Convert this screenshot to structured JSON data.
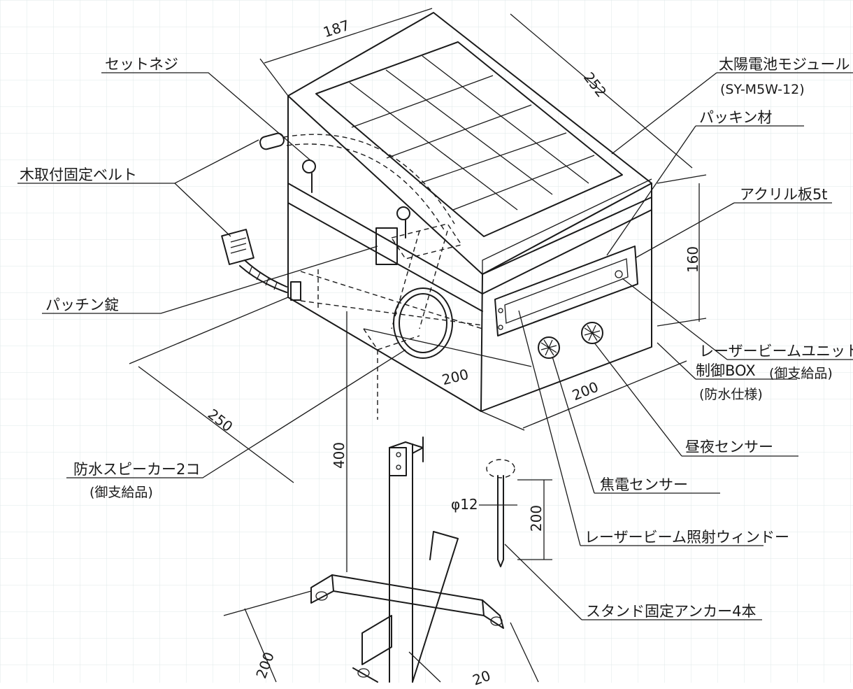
{
  "labels": {
    "set_screw": "セットネジ",
    "solar_module": "太陽電池モジュール",
    "solar_model": "(SY-M5W-12)",
    "packing": "パッキン材",
    "belt": "木取付固定ベルト",
    "acrylic": "アクリル板5t",
    "latch": "パッチン錠",
    "laser_unit": "レーザービームユニット",
    "laser_unit_note": "(御支給品)",
    "control_box": "制御BOX",
    "control_box_note": "(防水仕様)",
    "day_night_sensor": "昼夜センサー",
    "speaker": "防水スピーカー2コ",
    "speaker_note": "(御支給品)",
    "pyro_sensor": "焦電センサー",
    "laser_window": "レーザービーム照射ウィンドー",
    "anchor": "スタンド固定アンカー4本"
  },
  "dimensions": {
    "top_width": "187",
    "top_depth": "252",
    "height": "160",
    "base_side": "250",
    "front_width_a": "200",
    "front_width_b": "200",
    "stand_height": "400",
    "anchor_length": "200",
    "anchor_dia": "φ12",
    "foot_a": "200",
    "foot_b": "20"
  }
}
